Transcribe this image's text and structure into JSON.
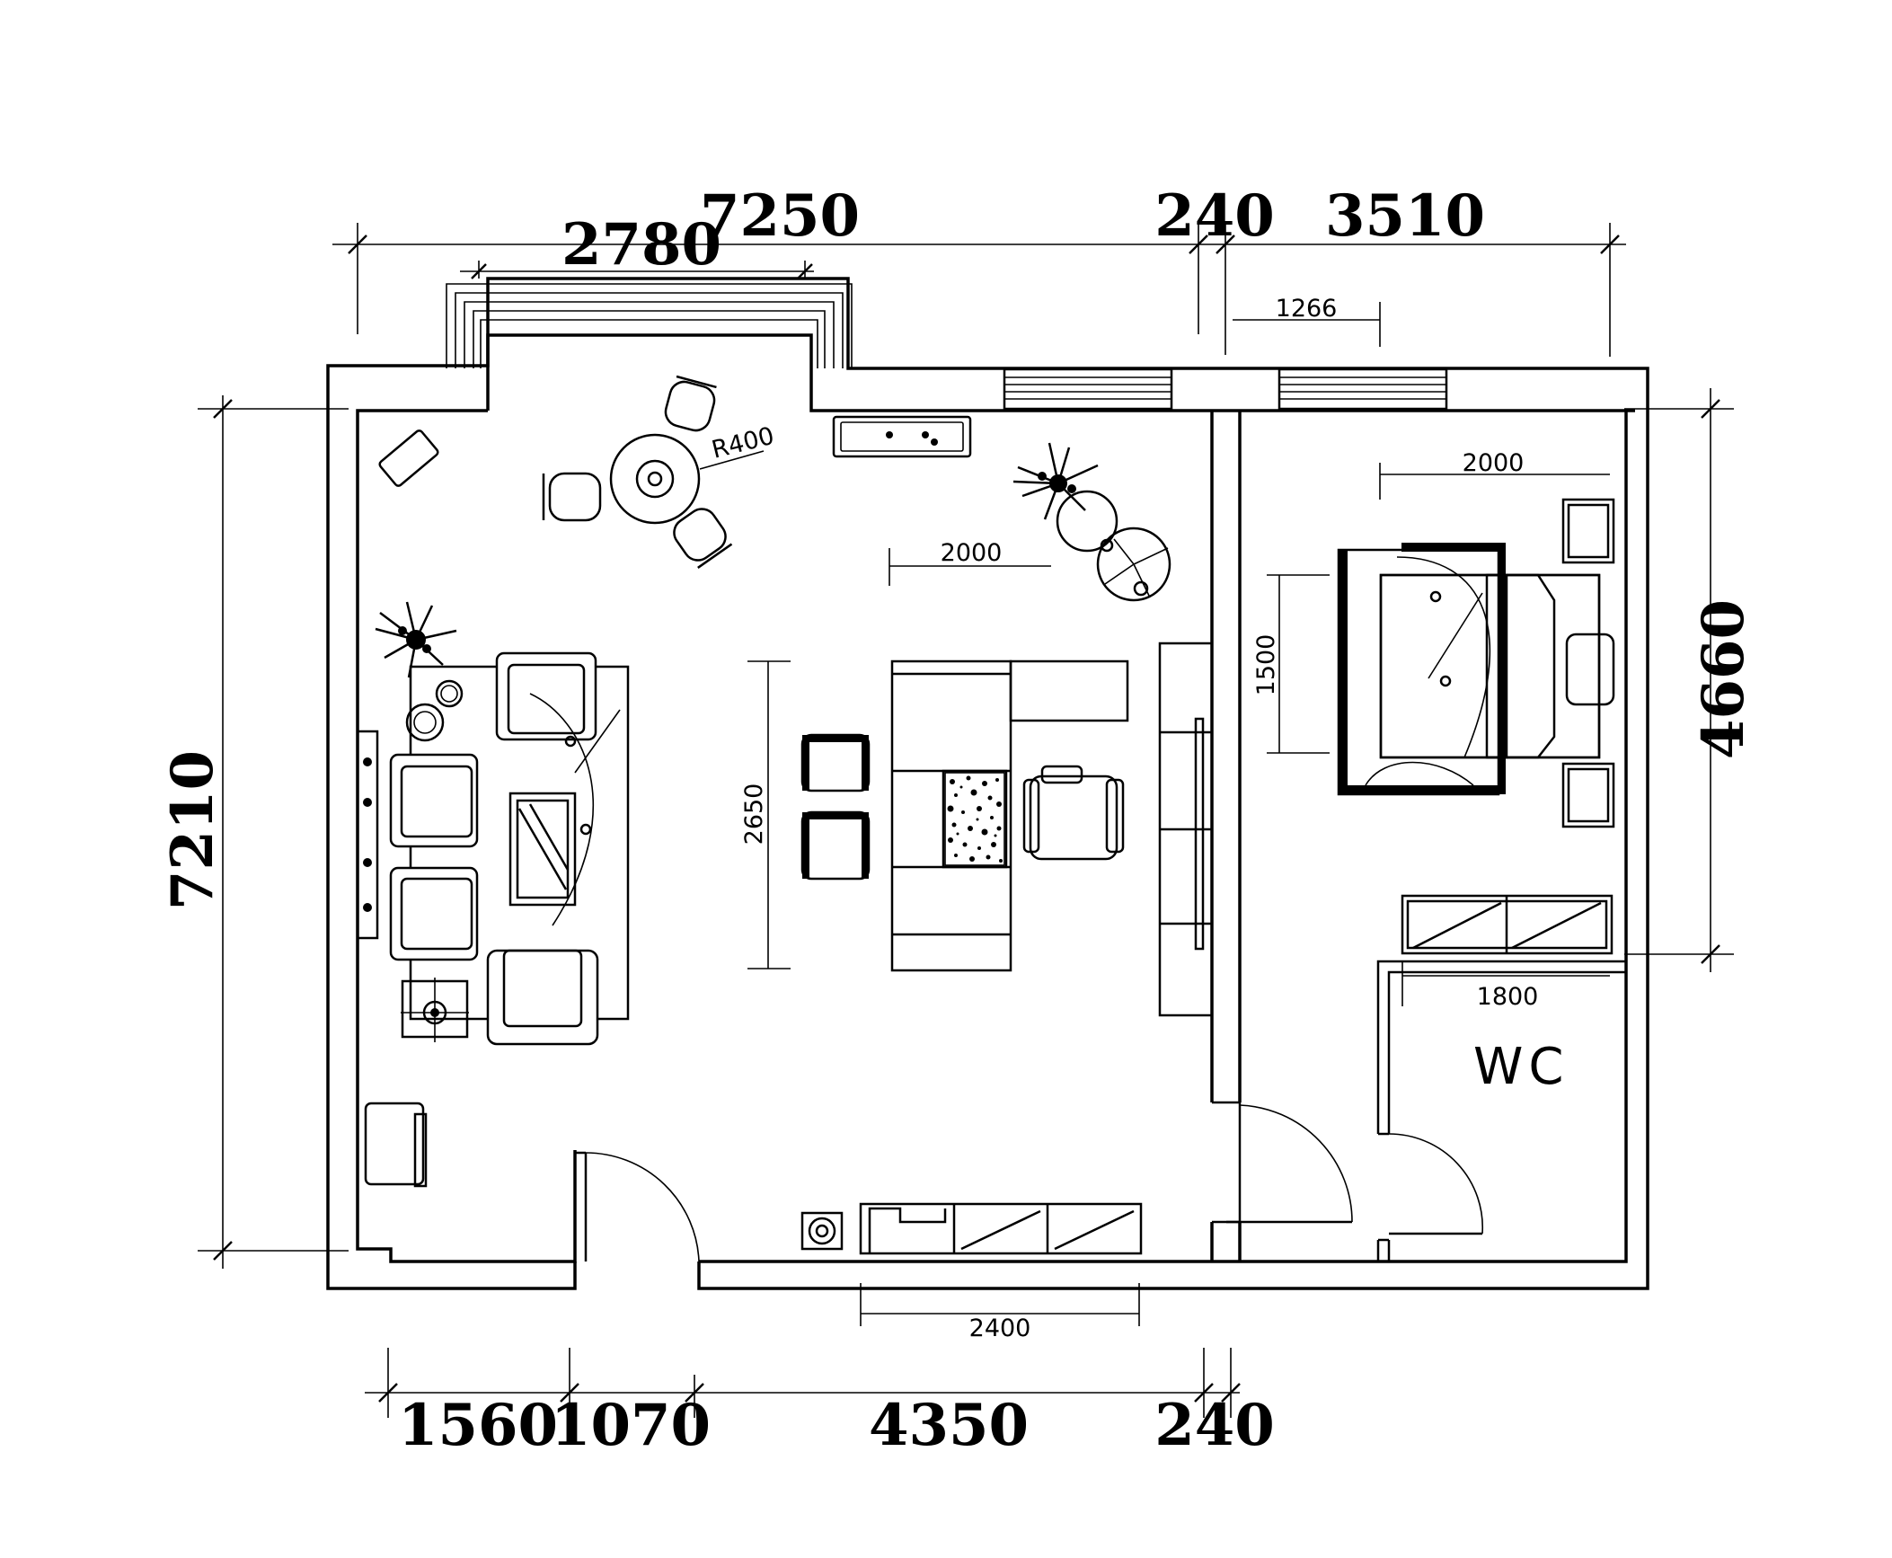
{
  "dimensions": {
    "top_total": "7250",
    "top_bay": "2780",
    "top_wall": "240",
    "top_right": "3510",
    "top_window": "1266",
    "left_total": "7210",
    "right_total": "4660",
    "bottom_a": "1560",
    "bottom_door": "1070",
    "bottom_b": "4350",
    "bottom_wall": "240",
    "cabinet": "2400",
    "radius": "R400",
    "living_width": "2000",
    "island": "2650",
    "bed_width": "2000",
    "bed_length": "1500",
    "closet": "1800"
  },
  "rooms": {
    "wc": "WC"
  }
}
